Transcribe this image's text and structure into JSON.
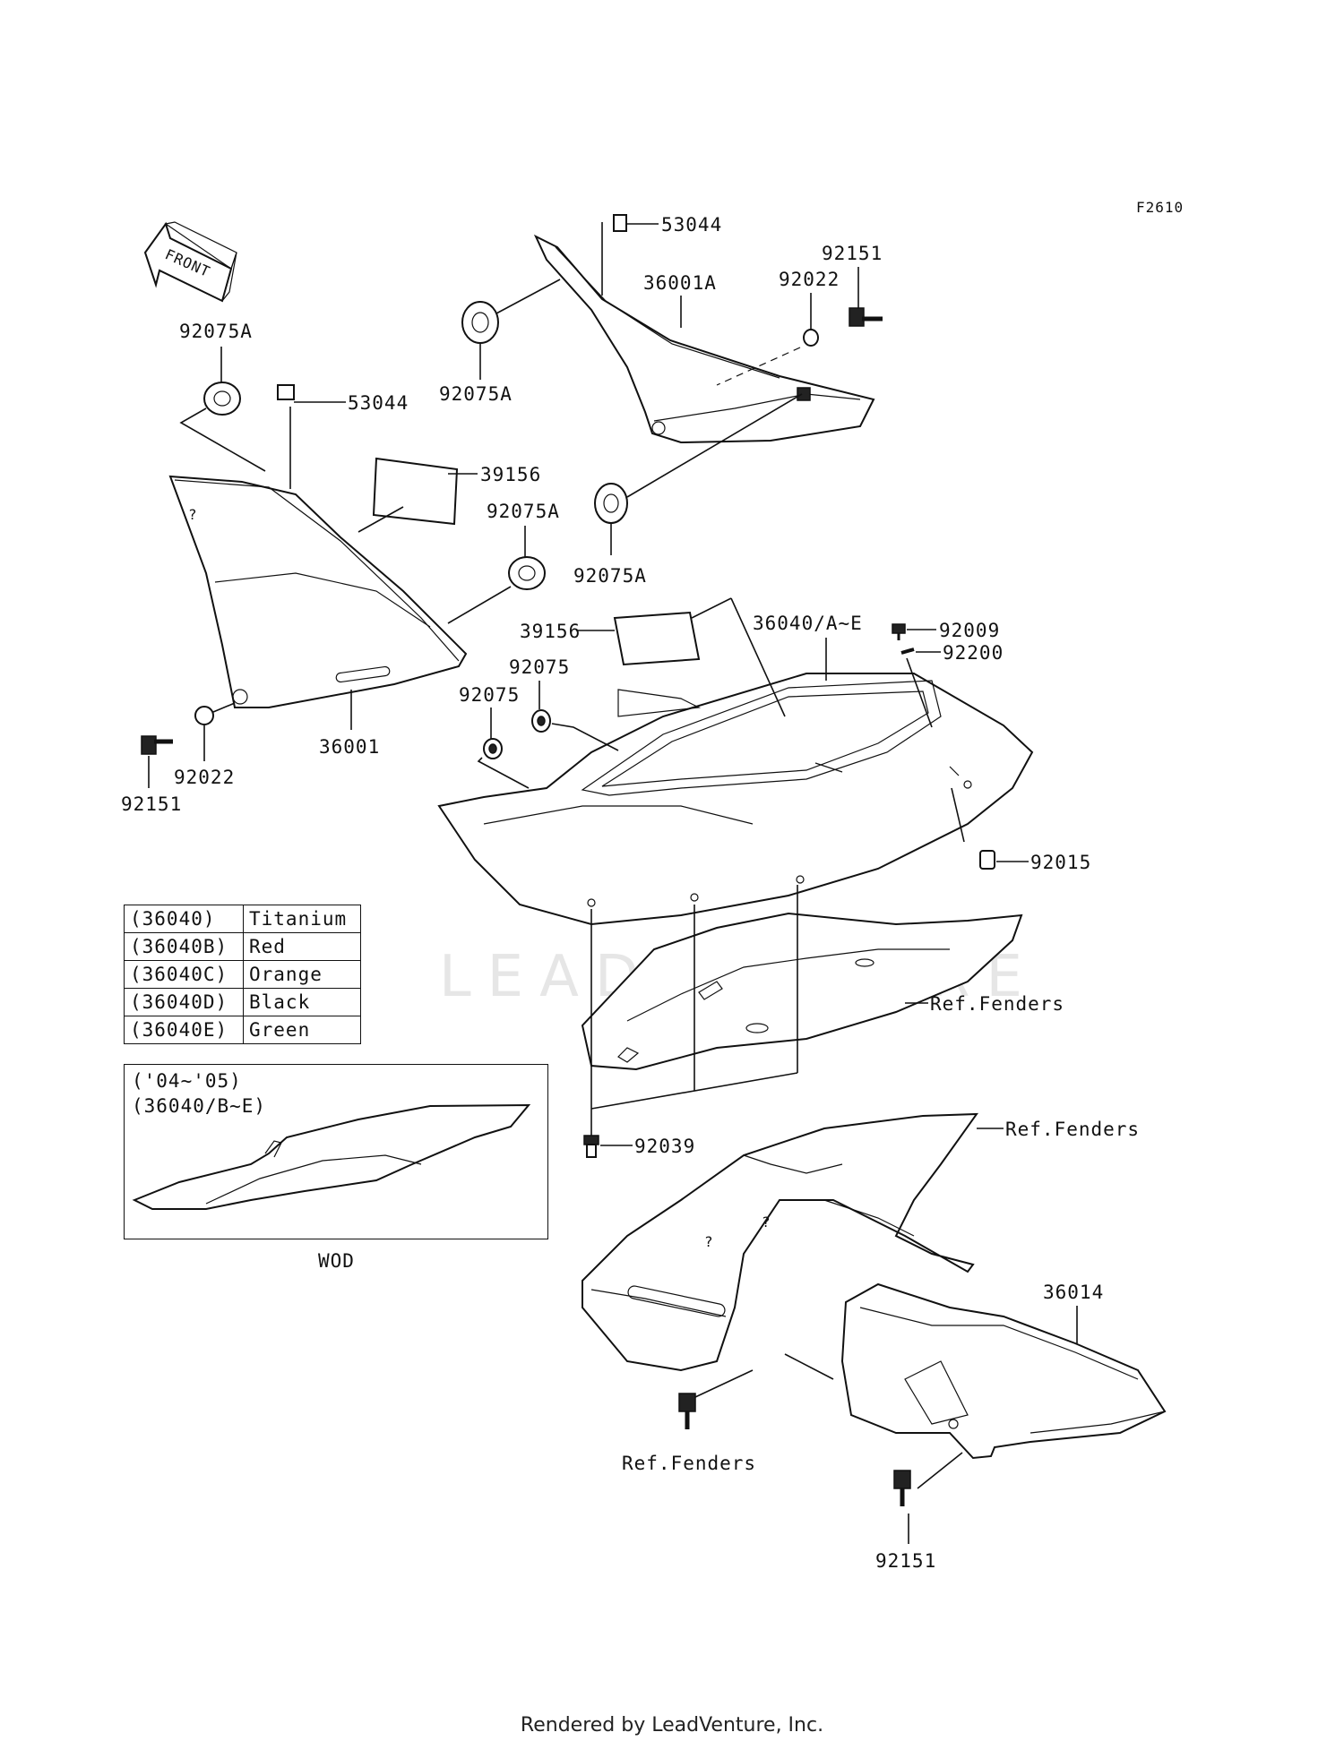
{
  "figure_code": "F2610",
  "front_arrow_text": "FRONT",
  "watermark": "LEADVENTURE",
  "callouts": {
    "c53044_top": "53044",
    "c92151_top": "92151",
    "c92022_top": "92022",
    "c36001A": "36001A",
    "c92075A_top_left": "92075A",
    "c92075A_top_mid": "92075A",
    "c53044_left": "53044",
    "c39156_left": "39156",
    "c92075A_mid": "92075A",
    "c92075A_right": "92075A",
    "c36001": "36001",
    "c92022_left": "92022",
    "c92151_left": "92151",
    "c39156_mid": "39156",
    "c36040": "36040/A~E",
    "c92009": "92009",
    "c92200": "92200",
    "c92075_a": "92075",
    "c92075_b": "92075",
    "c92015": "92015",
    "ref_fenders_1": "Ref.Fenders",
    "ref_fenders_2": "Ref.Fenders",
    "ref_fenders_3": "Ref.Fenders",
    "c92039": "92039",
    "c36014": "36014",
    "c92151_bottom": "92151"
  },
  "color_table": [
    {
      "code": "(36040)",
      "color": "Titanium"
    },
    {
      "code": "(36040B)",
      "color": "Red"
    },
    {
      "code": "(36040C)",
      "color": "Orange"
    },
    {
      "code": "(36040D)",
      "color": "Black"
    },
    {
      "code": "(36040E)",
      "color": "Green"
    }
  ],
  "inset": {
    "years": "('04~'05)",
    "parts": "(36040/B~E)",
    "caption": "WOD"
  },
  "footer": "Rendered by LeadVenture, Inc."
}
